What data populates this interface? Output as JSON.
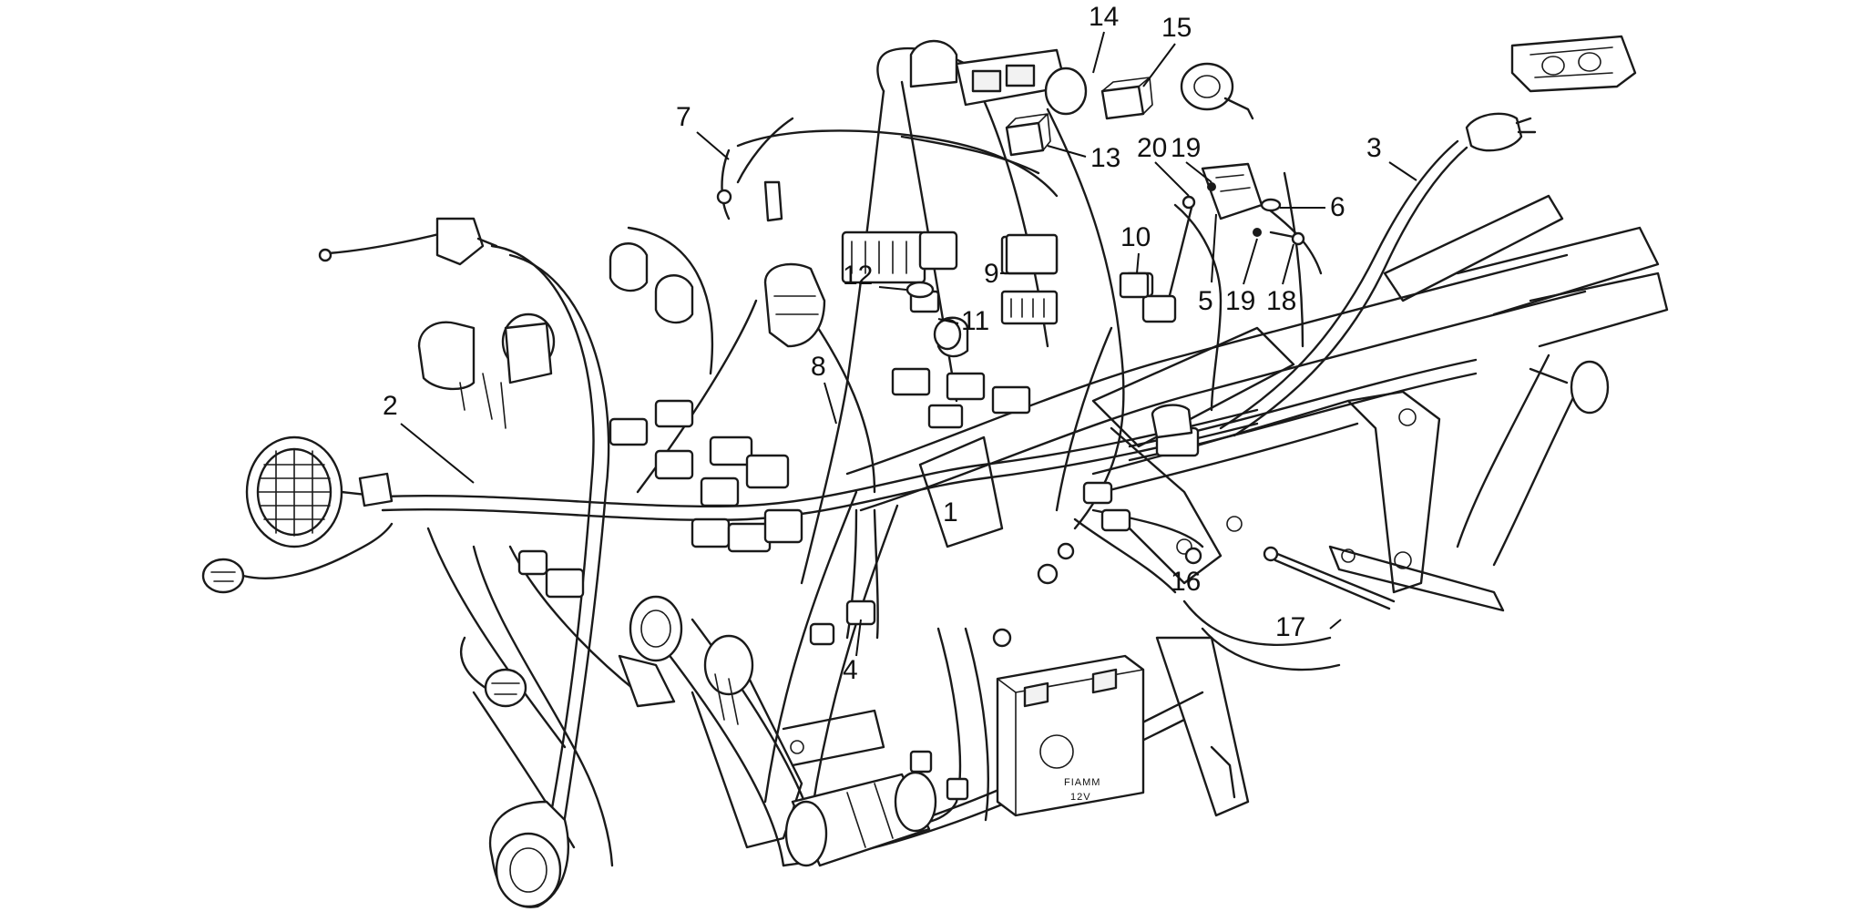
{
  "callouts": [
    {
      "id": "1",
      "label": "1"
    },
    {
      "id": "2",
      "label": "2"
    },
    {
      "id": "3",
      "label": "3"
    },
    {
      "id": "4",
      "label": "4"
    },
    {
      "id": "5",
      "label": "5"
    },
    {
      "id": "6",
      "label": "6"
    },
    {
      "id": "7",
      "label": "7"
    },
    {
      "id": "8",
      "label": "8"
    },
    {
      "id": "9",
      "label": "9"
    },
    {
      "id": "10",
      "label": "10"
    },
    {
      "id": "11",
      "label": "11"
    },
    {
      "id": "12",
      "label": "12"
    },
    {
      "id": "13",
      "label": "13"
    },
    {
      "id": "14",
      "label": "14"
    },
    {
      "id": "15",
      "label": "15"
    },
    {
      "id": "16",
      "label": "16"
    },
    {
      "id": "17",
      "label": "17"
    },
    {
      "id": "18",
      "label": "18"
    },
    {
      "id": "19a",
      "label": "19"
    },
    {
      "id": "19b",
      "label": "19"
    },
    {
      "id": "20",
      "label": "20"
    }
  ],
  "battery": {
    "brand": "FIAMM",
    "line1": "12V"
  },
  "colors": {
    "ink": "#1a1a1a",
    "background": "#ffffff"
  }
}
